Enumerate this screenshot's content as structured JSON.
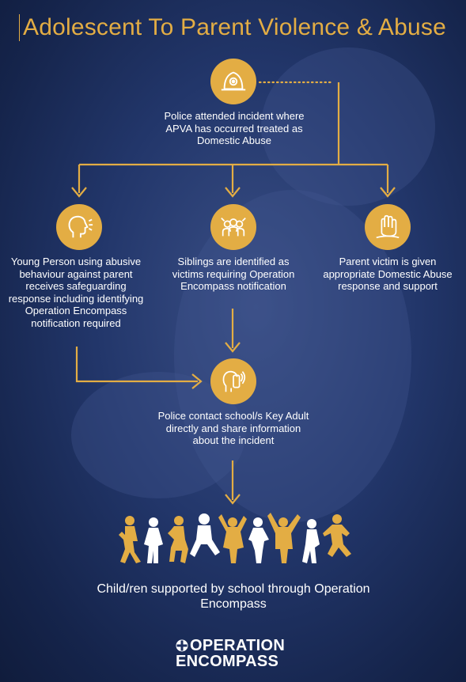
{
  "title": "Adolescent To Parent Violence & Abuse",
  "steps": {
    "police_attended": {
      "text": "Police attended incident where APVA has occurred treated as Domestic Abuse",
      "icon": "police-helmet-icon"
    },
    "young_person": {
      "text": "Young Person using abusive behaviour against parent receives safeguarding response including identifying Operation Encompass notification required",
      "icon": "speaking-head-icon"
    },
    "siblings": {
      "text": "Siblings are identified as victims requiring Operation Encompass notification",
      "icon": "siblings-group-icon"
    },
    "parent_victim": {
      "text": "Parent victim is given appropriate Domestic Abuse response and support",
      "icon": "raised-hand-icon"
    },
    "police_contact": {
      "text": "Police contact school/s Key Adult directly and share information about the incident",
      "icon": "phone-call-icon"
    }
  },
  "final": {
    "text": "Child/ren supported by school through Operation Encompass",
    "icon": "children-jumping-icon"
  },
  "logo": {
    "line1": "OPERATION",
    "line2": "ENCOMPASS"
  },
  "colors": {
    "accent": "#e3ad44",
    "background": "#1d2f60",
    "text": "#ffffff"
  }
}
